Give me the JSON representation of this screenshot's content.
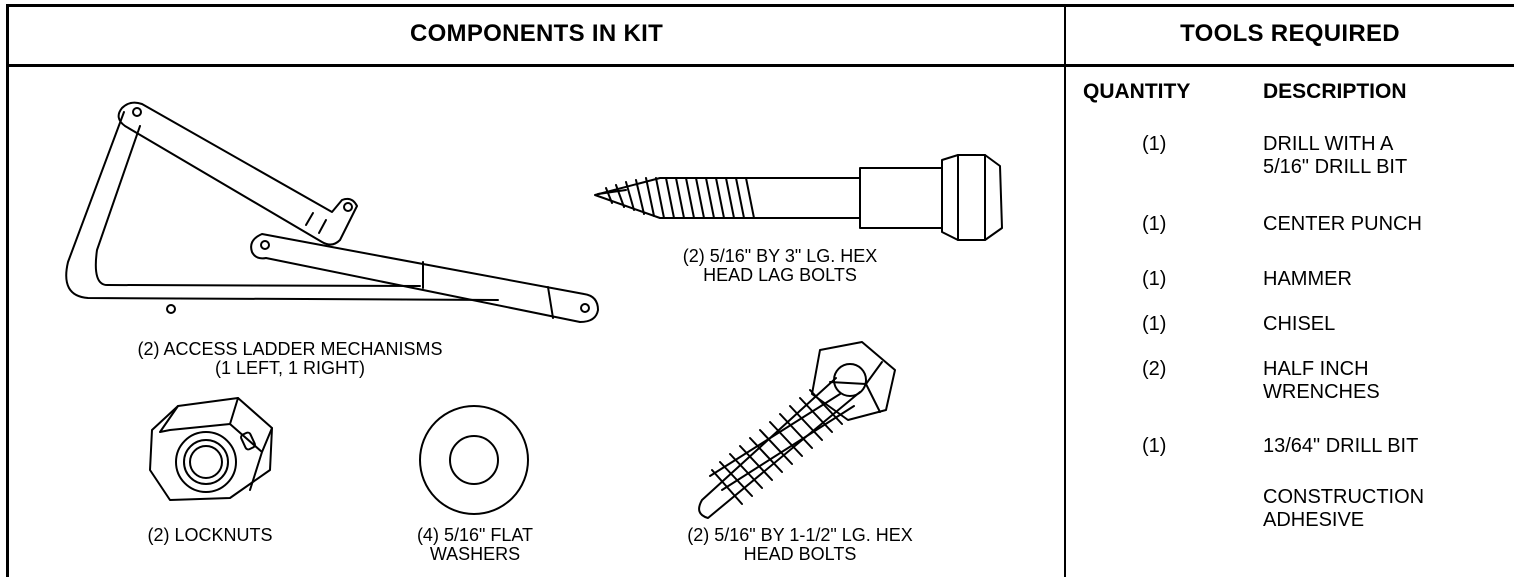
{
  "components": {
    "header": "COMPONENTS  IN KIT",
    "items": [
      {
        "name": "ladder-mechanisms",
        "label": "(2) ACCESS LADDER MECHANISMS\n(1 LEFT,  1 RIGHT)"
      },
      {
        "name": "lag-bolts",
        "label": "(2) 5/16\" BY 3\" LG. HEX\nHEAD LAG BOLTS"
      },
      {
        "name": "locknuts",
        "label": "(2) LOCKNUTS"
      },
      {
        "name": "flat-washers",
        "label": "(4) 5/16\" FLAT\nWASHERS"
      },
      {
        "name": "hex-bolts",
        "label": "(2) 5/16\" BY 1-1/2\" LG. HEX\nHEAD BOLTS"
      }
    ]
  },
  "tools": {
    "header": "TOOLS REQUIRED",
    "quantity_header": "QUANTITY",
    "description_header": "DESCRIPTION",
    "rows": [
      {
        "quantity": "(1)",
        "description": "DRILL WITH A\n5/16\" DRILL BIT"
      },
      {
        "quantity": "(1)",
        "description": "CENTER PUNCH"
      },
      {
        "quantity": "(1)",
        "description": "HAMMER"
      },
      {
        "quantity": "(1)",
        "description": "CHISEL"
      },
      {
        "quantity": "(2)",
        "description": "HALF INCH\nWRENCHES"
      },
      {
        "quantity": "(1)",
        "description": "13/64\" DRILL BIT"
      },
      {
        "quantity": "",
        "description": "CONSTRUCTION\nADHESIVE"
      }
    ]
  }
}
